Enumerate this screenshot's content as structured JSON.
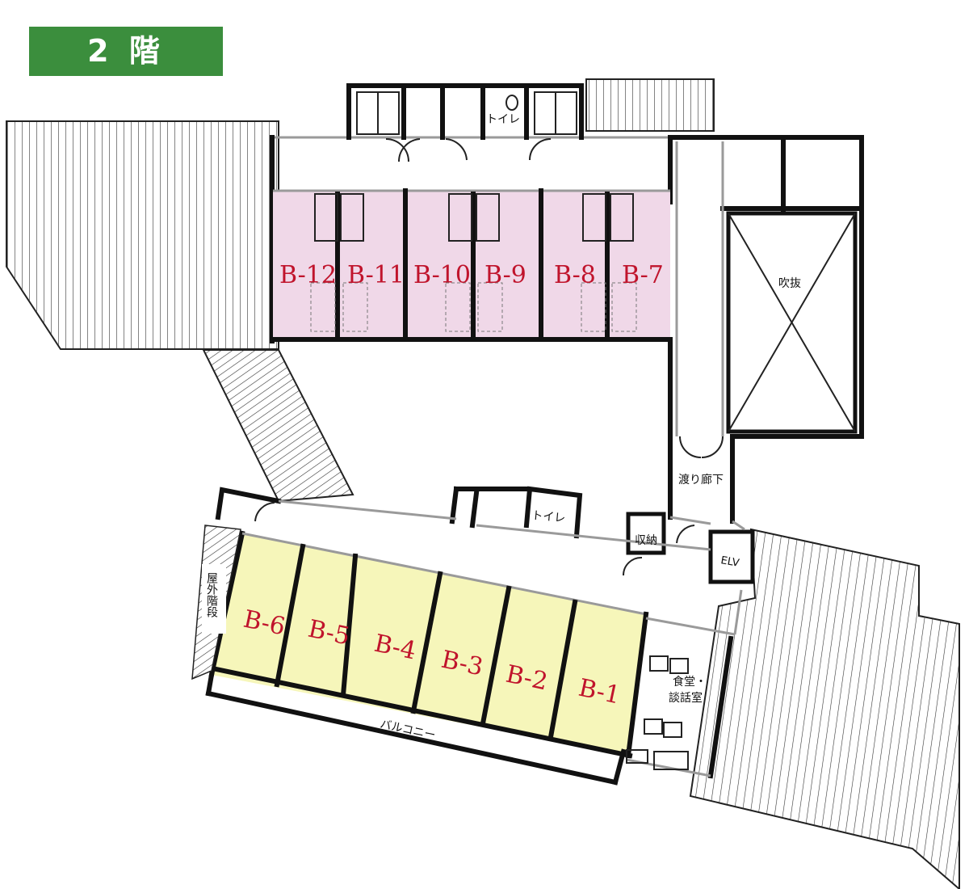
{
  "floor_label": "2 階",
  "colors": {
    "badge_green": "#3b8e3d",
    "room_pink": "#f0d8e8",
    "room_yellow": "#f6f6ba",
    "room_label_red": "#c0142c"
  },
  "rooms_upper": [
    "B-12",
    "B-11",
    "B-10",
    "B-9",
    "B-8",
    "B-7"
  ],
  "rooms_lower": [
    "B-6",
    "B-5",
    "B-4",
    "B-3",
    "B-2",
    "B-1"
  ],
  "labels": {
    "toilet_upper": "トイレ",
    "toilet_lower": "トイレ",
    "atrium": "吹抜",
    "corridor": "渡り廊下",
    "storage": "収納",
    "elevator": "ELV",
    "outdoor_stairs": "屋外階段",
    "dining_line1": "食堂・",
    "dining_line2": "談話室",
    "balcony": "バルコニー"
  }
}
